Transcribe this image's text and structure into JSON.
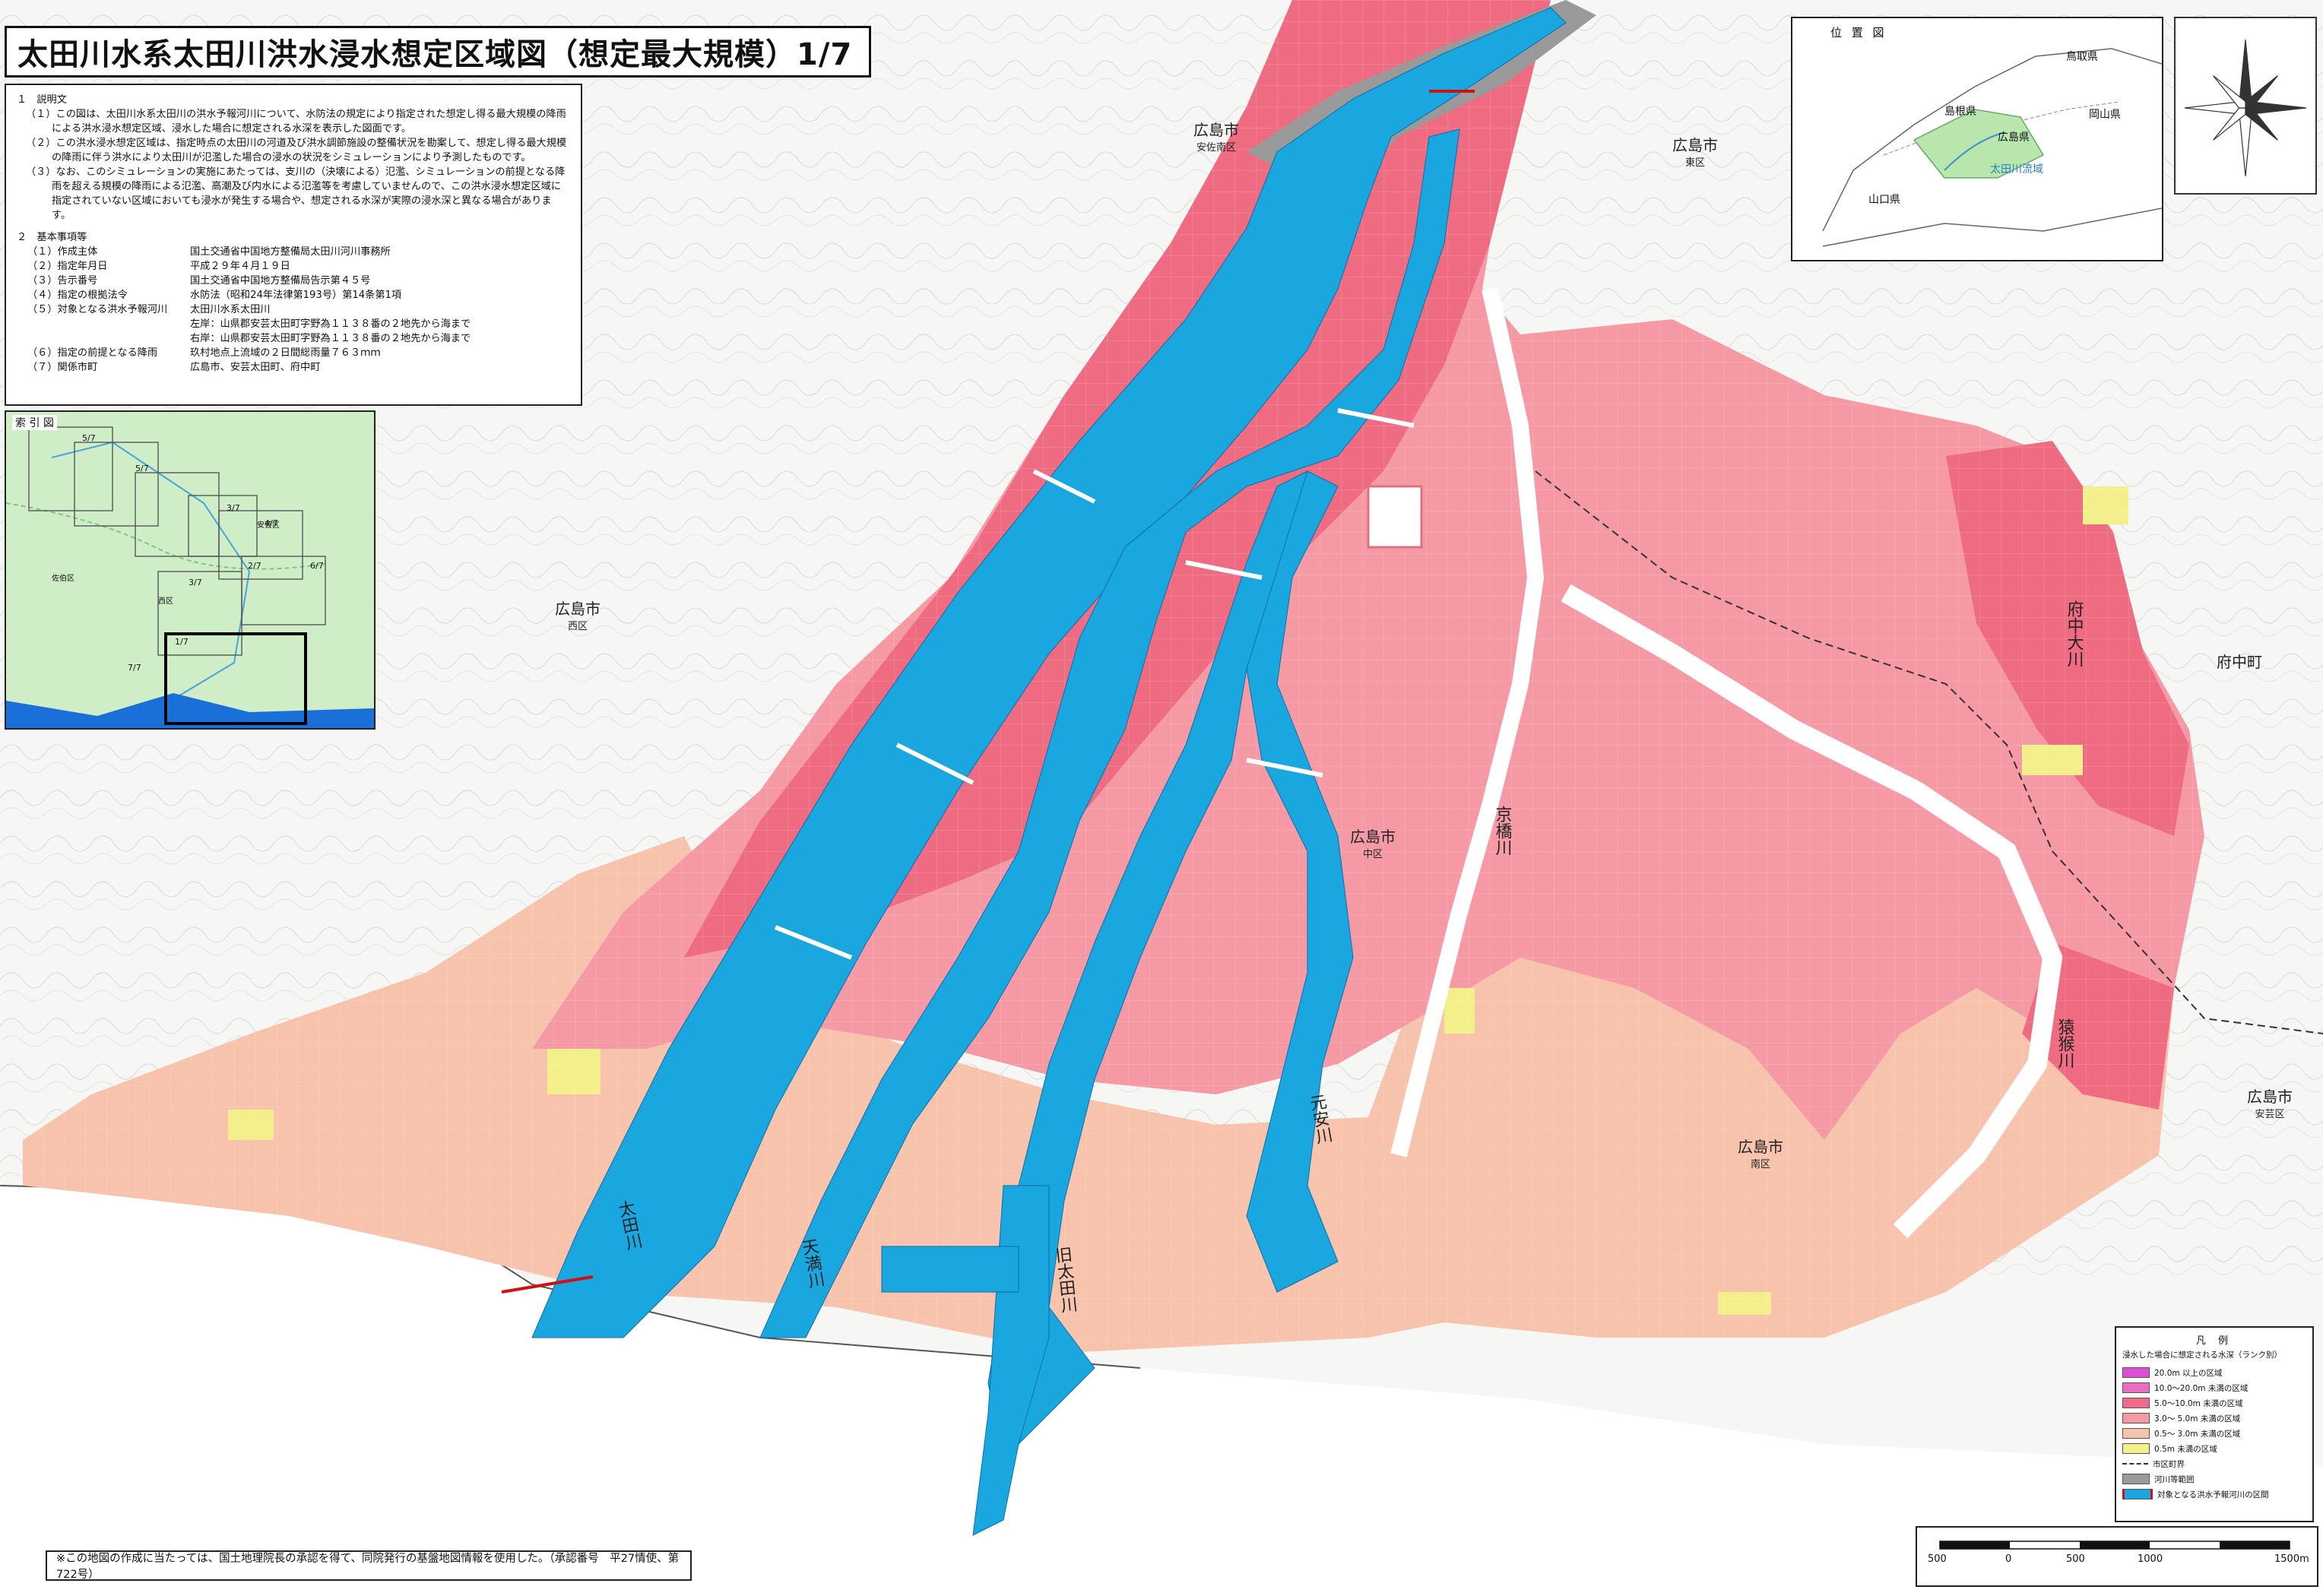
{
  "title": "太田川水系太田川洪水浸水想定区域図（想定最大規模）1/7",
  "notes": {
    "section1_heading": "１　説明文",
    "p1": "（１）この図は、太田川水系太田川の洪水予報河川について、水防法の規定により指定された想定し得る最大規模の降雨による洪水浸水想定区域、浸水した場合に想定される水深を表示した図面です。",
    "p2": "（２）この洪水浸水想定区域は、指定時点の太田川の河道及び洪水調節施設の整備状況を勘案して、想定し得る最大規模の降雨に伴う洪水により太田川が氾濫した場合の浸水の状況をシミュレーションにより予測したものです。",
    "p3": "（３）なお、このシミュレーションの実施にあたっては、支川の（決壊による）氾濫、シミュレーションの前提となる降雨を超える規模の降雨による氾濫、高潮及び内水による氾濫等を考慮していませんので、この洪水浸水想定区域に指定されていない区域においても浸水が発生する場合や、想定される水深が実際の浸水深と異なる場合があります。",
    "section2_heading": "２　基本事項等",
    "rows": [
      {
        "k": "（１）作成主体",
        "v": "国土交通省中国地方整備局太田川河川事務所"
      },
      {
        "k": "（２）指定年月日",
        "v": "平成２９年４月１９日"
      },
      {
        "k": "（３）告示番号",
        "v": "国土交通省中国地方整備局告示第４５号"
      },
      {
        "k": "（４）指定の根拠法令",
        "v": "水防法（昭和24年法律第193号）第14条第1項"
      },
      {
        "k": "（５）対象となる洪水予報河川",
        "v": "太田川水系太田川"
      },
      {
        "k": "",
        "v": "左岸：山県郡安芸太田町字野為１１３８番の２地先から海まで"
      },
      {
        "k": "",
        "v": "右岸：山県郡安芸太田町字野為１１３８番の２地先から海まで"
      },
      {
        "k": "（６）指定の前提となる降雨",
        "v": "玖村地点上流域の２日間総雨量７６３ｍｍ"
      },
      {
        "k": "（７）関係市町",
        "v": "広島市、安芸太田町、府中町"
      }
    ]
  },
  "index_map": {
    "title": "索 引 図",
    "tiles": [
      "5/7",
      "5/7",
      "3/7",
      "4/7",
      "2/7",
      "3/7",
      "1/7",
      "6/7",
      "7/7"
    ],
    "place_labels": [
      "安芸区",
      "佐伯区",
      "西区"
    ]
  },
  "location_map": {
    "title": "位 置 図",
    "labels": [
      "鳥取県",
      "島根県",
      "広島県",
      "岡山県",
      "山口県",
      "太田川流域"
    ]
  },
  "map": {
    "place_labels": [
      {
        "text": "広島市",
        "sub": "安佐南区"
      },
      {
        "text": "広島市",
        "sub": "東区"
      },
      {
        "text": "広島市",
        "sub": "西区"
      },
      {
        "text": "広島市",
        "sub": "中区"
      },
      {
        "text": "広島市",
        "sub": "南区"
      },
      {
        "text": "府中町",
        "sub": ""
      },
      {
        "text": "広島市",
        "sub": "安芸区"
      }
    ],
    "river_labels": [
      "太田川",
      "天満川",
      "旧太田川",
      "元安川",
      "京橋川",
      "猿猴川",
      "府中大川"
    ]
  },
  "legend": {
    "title": "凡 例",
    "subtitle": "浸水した場合に想定される水深（ランク別）",
    "depth_classes": [
      {
        "label": "20.0m 以上の区域",
        "color": "#d94fd6"
      },
      {
        "label": "10.0〜20.0m 未満の区域",
        "color": "#e86fc0"
      },
      {
        "label": "5.0〜10.0m 未満の区域",
        "color": "#f06a8a"
      },
      {
        "label": "3.0〜 5.0m 未満の区域",
        "color": "#f59aa4"
      },
      {
        "label": "0.5〜 3.0m 未満の区域",
        "color": "#f8c3ac"
      },
      {
        "label": "0.5m 未満の区域",
        "color": "#f3f08c"
      }
    ],
    "boundary_label": "市区町界",
    "river_area_label": "河川等範囲",
    "forecast_river_label": "対象となる洪水予報河川の区間",
    "river_area_color": "#9a9a9a",
    "water_color": "#1aa6df"
  },
  "credit": "※この地図の作成に当たっては、国土地理院長の承認を得て、同院発行の基盤地図情報を使用した。（承認番号　平27情使、第722号）",
  "scale": {
    "ticks": [
      "500",
      "0",
      "500",
      "1000",
      "1500m"
    ]
  }
}
